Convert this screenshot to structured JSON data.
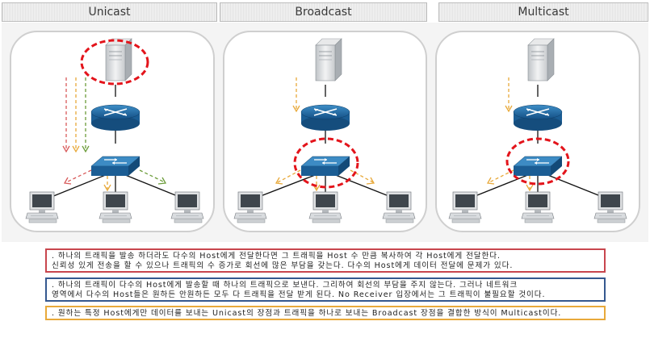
{
  "headers": {
    "unicast": "Unicast",
    "broadcast": "Broadcast",
    "multicast": "Multicast"
  },
  "notes": {
    "unicast": {
      "line1": ". 하나의 트래픽을 발송 하더라도 다수의 Host에게 전달한다면 그 트래픽을 Host 수 만큼 복사하여 각 Host에게 전달한다.",
      "line2": "신뢰성 있게 전송을 할 수 있으나 트래픽의 수 증가로 회선에 많은 부담을 갖는다. 다수의 Host에게 데이터 전달에 문제가 있다."
    },
    "broadcast": {
      "line1": ". 하나의 트래픽이 다수의 Host에게 발송할 때 하나의 트래픽으로 보낸다. 그리하여 회선의 부담을 주지 않는다. 그러나 네트워크",
      "line2": "영역에서 다수의 Host들은 원하든 안원하든 모두 다 트래픽을 전달 받게 된다. No Receiver 입장에서는 그 트래픽이 불필요할 것이다."
    },
    "multicast": {
      "line1": ". 원하는 특정 Host에게만 데이터를 보내는 Unicast의 장점과 트래픽을 하나로 보내는 Broadcast 장점을 결합한 방식이 Multicast이다."
    }
  },
  "colors": {
    "highlight_ellipse": "#e3141b",
    "unicast_border": "#c8464e",
    "broadcast_border": "#35588f",
    "multicast_border": "#e8a93a",
    "arrow_red": "#d85a5a",
    "arrow_orange": "#e8a93a",
    "arrow_green": "#6c9c3a"
  }
}
